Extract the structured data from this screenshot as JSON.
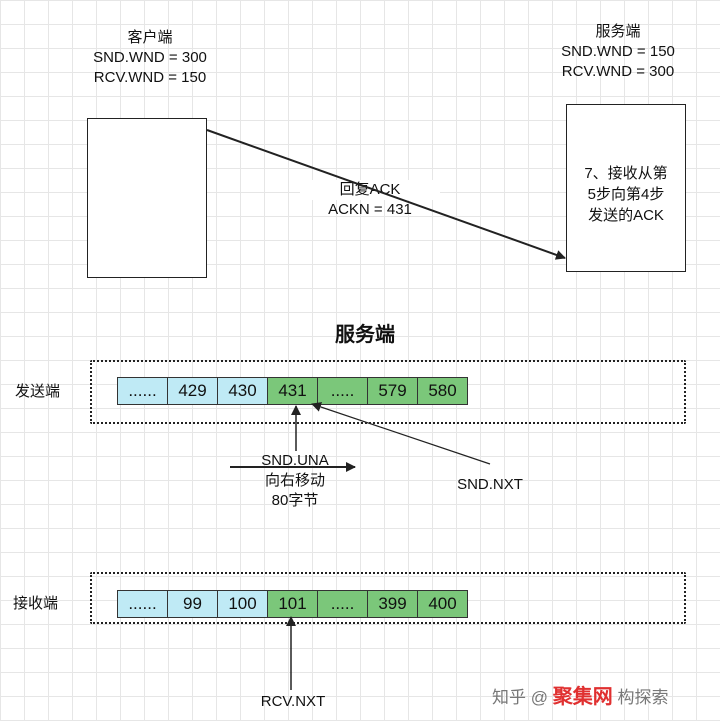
{
  "client": {
    "title": "客户端",
    "snd_wnd": "SND.WND = 300",
    "rcv_wnd": "RCV.WND = 150"
  },
  "server": {
    "title": "服务端",
    "snd_wnd": "SND.WND = 150",
    "rcv_wnd": "RCV.WND = 300",
    "box_text": [
      "7、接收从第",
      "5步向第4步",
      "发送的ACK"
    ]
  },
  "arrow_message": {
    "line1": "回复ACK",
    "line2": "ACKN = 431"
  },
  "section_title": "服务端",
  "sender": {
    "label": "发送端",
    "cells": [
      {
        "text": "......",
        "color": "blue"
      },
      {
        "text": "429",
        "color": "blue"
      },
      {
        "text": "430",
        "color": "blue"
      },
      {
        "text": "431",
        "color": "green"
      },
      {
        "text": ".....",
        "color": "green"
      },
      {
        "text": "579",
        "color": "green"
      },
      {
        "text": "580",
        "color": "green"
      }
    ],
    "snd_una": "SND.UNA",
    "move_text": "向右移动",
    "bytes_text": "80字节",
    "snd_nxt": "SND.NXT"
  },
  "receiver": {
    "label": "接收端",
    "cells": [
      {
        "text": "......",
        "color": "blue"
      },
      {
        "text": "99",
        "color": "blue"
      },
      {
        "text": "100",
        "color": "blue"
      },
      {
        "text": "101",
        "color": "green"
      },
      {
        "text": ".....",
        "color": "green"
      },
      {
        "text": "399",
        "color": "green"
      },
      {
        "text": "400",
        "color": "green"
      }
    ],
    "rcv_nxt": "RCV.NXT"
  },
  "watermark": {
    "text": "知乎 @",
    "bold": "聚集网",
    "rest": "构探索"
  },
  "colors": {
    "blue_cell": "#bfeaf5",
    "green_cell": "#7bc77a",
    "stroke": "#222222"
  }
}
